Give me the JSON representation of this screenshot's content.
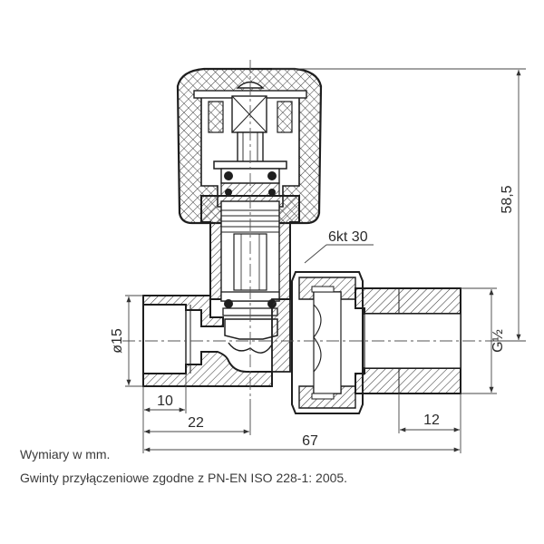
{
  "dimensions": {
    "height_total": "58,5",
    "hex_size": "6kt 30",
    "diameter": "ø15",
    "thread": "G½",
    "inlet_depth": "10",
    "inlet_to_axis": "22",
    "overall_length": "67",
    "thread_length": "12"
  },
  "notes": {
    "units": "Wymiary w mm.",
    "thread_standard": "Gwinty przyłączeniowe zgodne z PN-EN ISO 228-1: 2005."
  },
  "colors": {
    "line": "#1e1e1e",
    "hatch": "#3c3c3c",
    "dim_line": "#444444"
  }
}
